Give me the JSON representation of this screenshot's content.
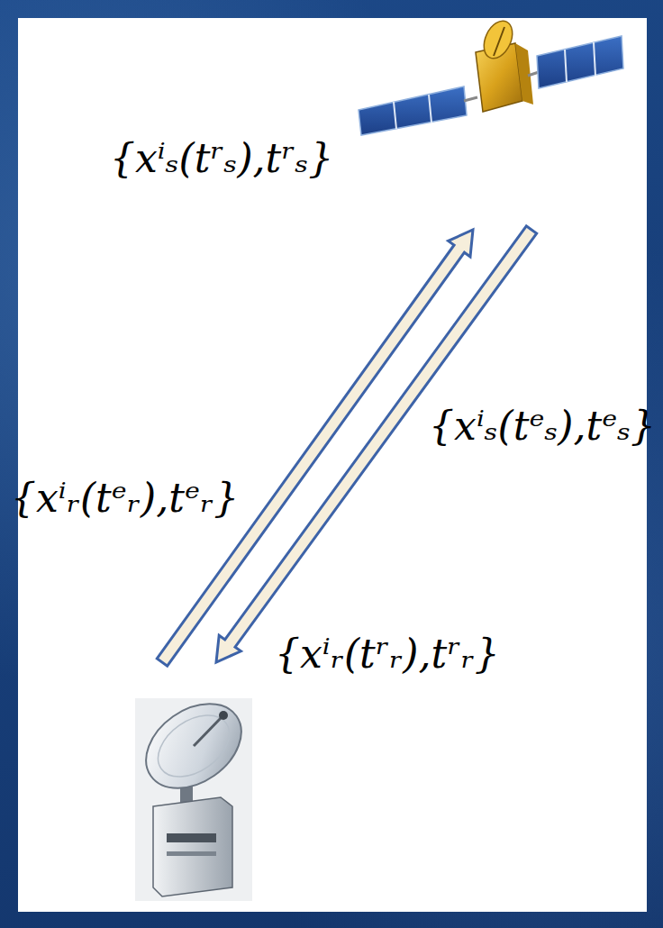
{
  "diagram": {
    "nodes": [
      {
        "text": [
          "{xⁱₛ(tʳₛ),tʳₛ}",
          "{xⁱₛ(tᵉₛ),tᵉₛ}"
        ]
      },
      {
        "text": [
          "{xⁱᵣ(tᵉᵣ),tᵉᵣ}",
          "{xⁱᵣ(tʳᵣ),tʳᵣ}"
        ]
      }
    ],
    "edges": [
      {
        "from": 1,
        "to": 0,
        "arrow": "to"
      },
      {
        "from": 0,
        "to": 1,
        "arrow": "to"
      }
    ]
  }
}
